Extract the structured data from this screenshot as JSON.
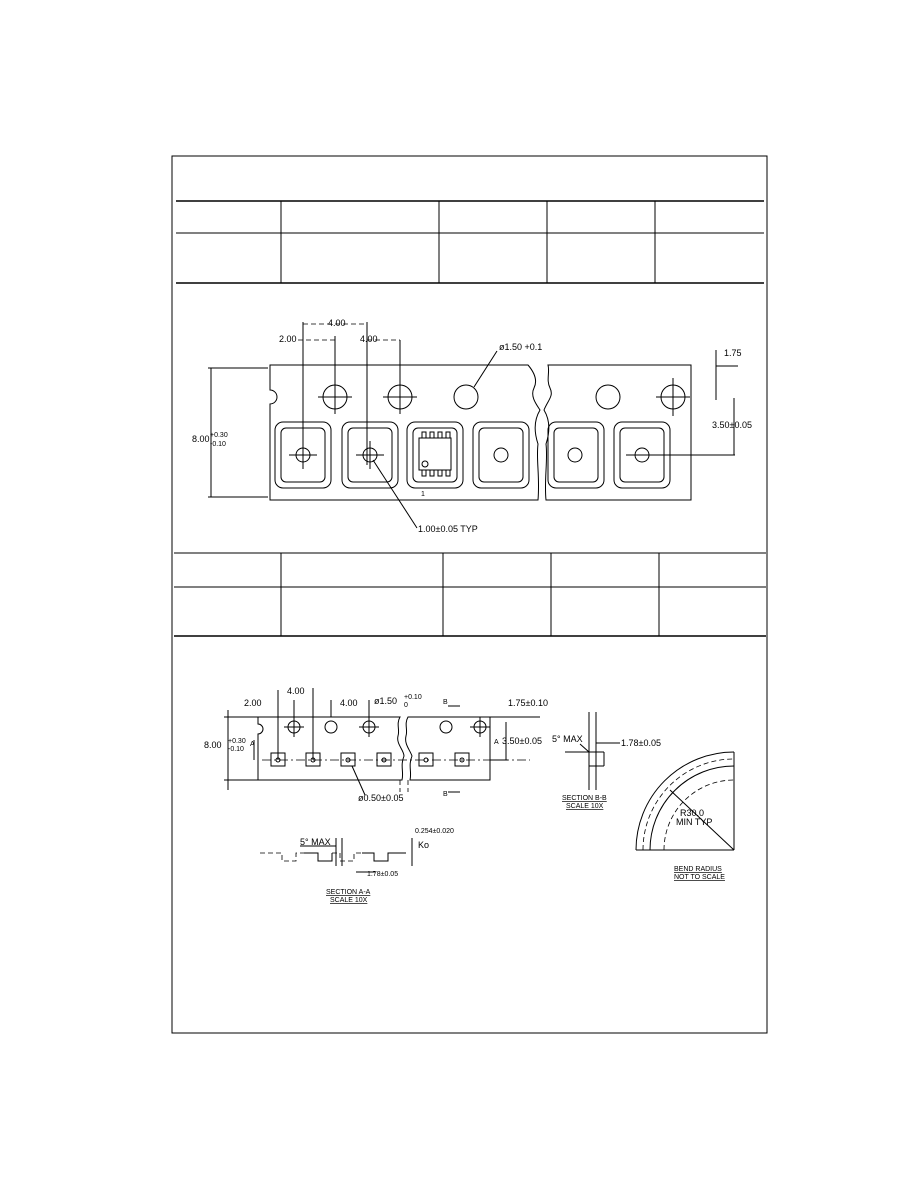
{
  "drawing_a": {
    "dims": {
      "pitch_center": "2.00",
      "pitch_pocket": "4.00",
      "pitch_hole": "4.00",
      "hole_dia": "ø1.50 +0.1",
      "edge_to_hole": "1.75",
      "width": "8.00",
      "width_tol_upper": "+0.30",
      "width_tol_lower": "-0.10",
      "hole_to_pocket": "3.50±0.05",
      "pocket_hole": "1.00±0.05 TYP"
    },
    "pin1_label": "1"
  },
  "drawing_b": {
    "dims": {
      "pitch_center": "2.00",
      "pitch_pocket": "4.00",
      "pitch_hole": "4.00",
      "hole_dia": "ø1.50",
      "hole_dia_tol_upper": "+0.10",
      "hole_dia_tol_lower": "0",
      "edge_to_hole": "1.75±0.10",
      "width": "8.00",
      "width_tol_upper": "+0.30",
      "width_tol_lower": "-0.10",
      "hole_to_pocket": "3.50±0.05",
      "pocket_hole": "ø0.50±0.05",
      "angle_a": "5° MAX",
      "thickness": "0.254±0.020",
      "ko_label": "Ko",
      "pocket_depth": "1.78±0.05",
      "angle_b": "5° MAX",
      "section_b_dim": "1.78±0.05",
      "bend_radius": "R30.0",
      "bend_radius_note": "MIN TYP"
    },
    "section_marker_a": "A",
    "section_marker_b": "B",
    "section_aa_title": "SECTION A-A",
    "section_aa_scale": "SCALE 10X",
    "section_bb_title": "SECTION B-B",
    "section_bb_scale": "SCALE 10X",
    "bend_title": "BEND RADIUS",
    "bend_scale": "NOT TO SCALE"
  }
}
